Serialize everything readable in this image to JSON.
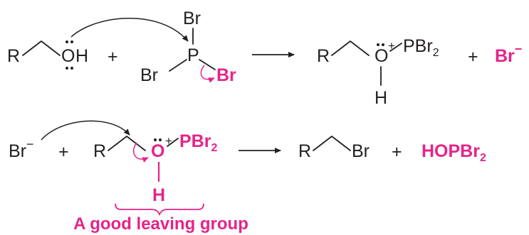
{
  "colors": {
    "ink": "#231f20",
    "accent": "#e5238a"
  },
  "step1": {
    "r": "R",
    "oh_o": "O",
    "oh_h": "H",
    "plus1": "+",
    "pbr3_top_br": "Br",
    "pbr3_p": "P",
    "pbr3_left_br": "Br",
    "pbr3_right_br": "Br",
    "product_r": "R",
    "product_o": "O",
    "product_charge": "+",
    "product_group": "PBr",
    "product_sub": "2",
    "product_h": "H",
    "plus2": "+",
    "bromide": "Br",
    "bromide_charge": "−"
  },
  "step2": {
    "bromide": "Br",
    "bromide_charge": "−",
    "plus1": "+",
    "r": "R",
    "o": "O",
    "o_charge": "+",
    "group": "PBr",
    "group_sub": "2",
    "h": "H",
    "product_r": "R",
    "product_br": "Br",
    "plus2": "+",
    "byproduct": "HOPBr",
    "byproduct_sub": "2"
  },
  "caption": "A good leaving group"
}
